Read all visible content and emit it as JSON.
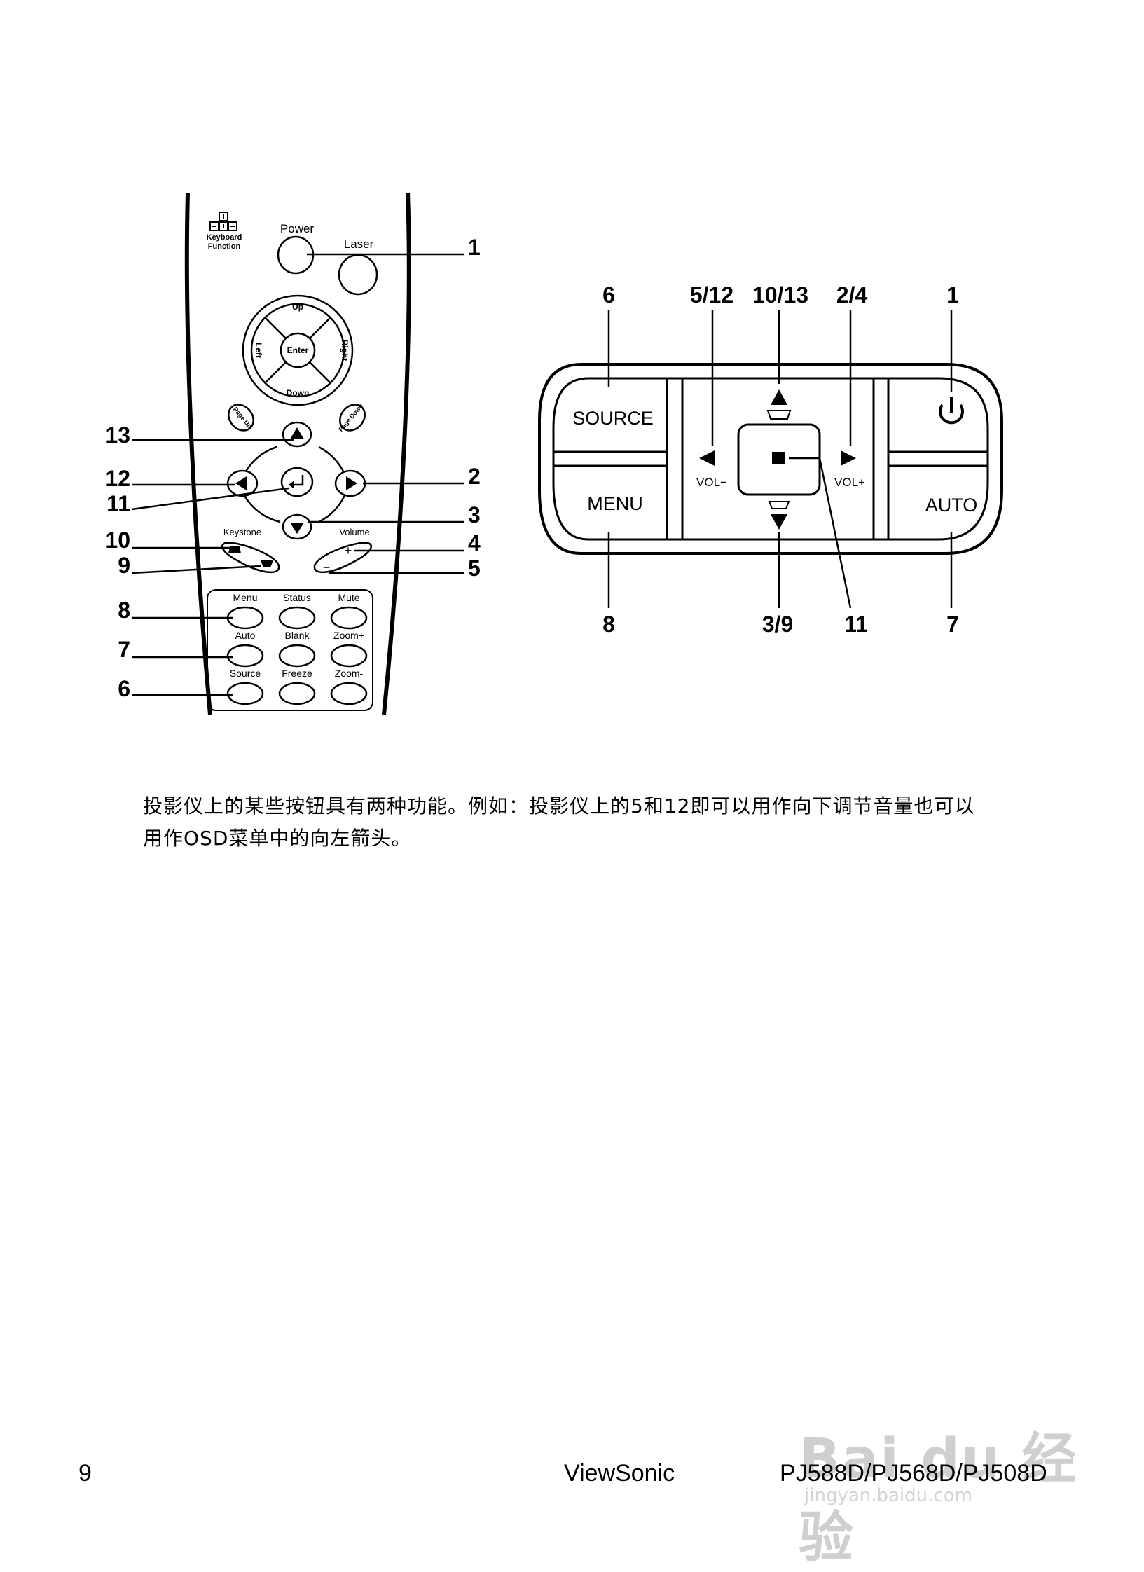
{
  "remote": {
    "keyboard_function_label": "Keyboard\nFunction",
    "power_label": "Power",
    "laser_label": "Laser",
    "up_label": "Up",
    "down_label": "Down",
    "left_label": "Left",
    "right_label": "Right",
    "enter_label": "Enter",
    "page_up_label": "Page Up",
    "page_down_label": "Page Down",
    "keystone_label": "Keystone",
    "volume_label": "Volume",
    "vol_plus": "+",
    "vol_minus": "−",
    "grid_labels": [
      "Menu",
      "Status",
      "Mute",
      "Auto",
      "Blank",
      "Zoom+",
      "Source",
      "Freeze",
      "Zoom-"
    ],
    "callouts_right": [
      "1",
      "2",
      "3",
      "4",
      "5"
    ],
    "callouts_left": [
      "13",
      "12",
      "11",
      "10",
      "9",
      "8",
      "7",
      "6"
    ]
  },
  "panel": {
    "source_label": "SOURCE",
    "menu_label": "MENU",
    "auto_label": "AUTO",
    "vol_minus_label": "VOL−",
    "vol_plus_label": "VOL+",
    "callouts_top": [
      "6",
      "5/12",
      "10/13",
      "2/4",
      "1"
    ],
    "callouts_bottom": [
      "8",
      "3/9",
      "11",
      "7"
    ]
  },
  "paragraph": {
    "line1": "投影仪上的某些按钮具有两种功能。例如：投影仪上的5和12即可以用作向下调节音量也可以",
    "line2": "用作OSD菜单中的向左箭头。"
  },
  "footer": {
    "page_number": "9",
    "brand": "ViewSonic",
    "models": "PJ588D/PJ568D/PJ508D"
  },
  "watermark": {
    "main": "Bai du 经验",
    "sub": "jingyan.baidu.com"
  }
}
